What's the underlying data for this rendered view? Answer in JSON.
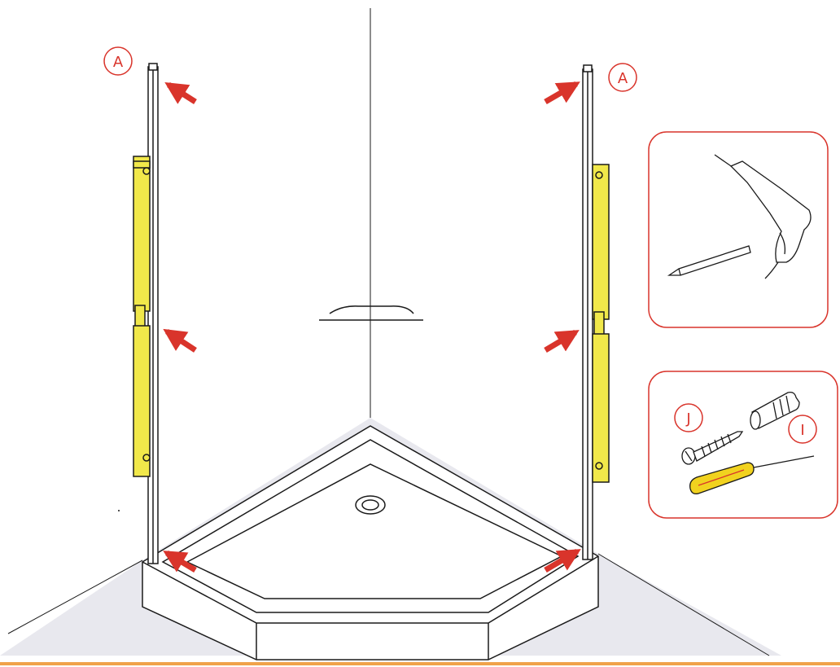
{
  "callouts": [
    {
      "id": "A-left",
      "letter": "A"
    },
    {
      "id": "A-right",
      "letter": "A"
    },
    {
      "id": "J",
      "letter": "J"
    },
    {
      "id": "I",
      "letter": "I"
    }
  ],
  "colors": {
    "accent": "#d9342b",
    "level": "#f1e84a",
    "level_edge": "#1a1a1a",
    "floor": "#e8e8ee",
    "line": "#1a1a1a",
    "rule": "#f0a24a",
    "screwdriver_handle": "#f1d21f"
  },
  "icons": {
    "tools_panel": [
      "drill-icon",
      "pencil-icon"
    ],
    "hardware_panel": [
      "screw-icon",
      "wall-plug-icon",
      "screwdriver-icon"
    ]
  }
}
